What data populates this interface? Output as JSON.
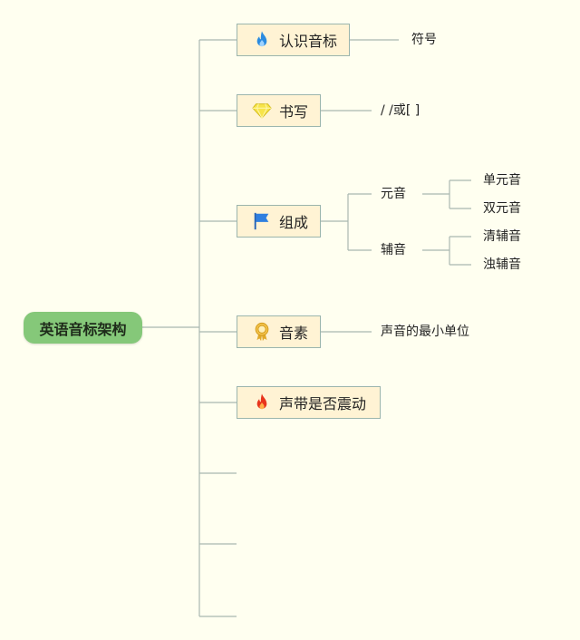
{
  "root": {
    "label": "英语音标架构"
  },
  "branches": [
    {
      "label": "认识音标",
      "icon": "flame-blue-icon",
      "child": "符号"
    },
    {
      "label": "书写",
      "icon": "diamond-icon",
      "child": "/ /或[ ]"
    },
    {
      "label": "组成",
      "icon": "flag-icon",
      "children": [
        {
          "label": "元音",
          "children": [
            "单元音",
            "双元音"
          ]
        },
        {
          "label": "辅音",
          "children": [
            "清辅音",
            "浊辅音"
          ]
        }
      ]
    },
    {
      "label": "音素",
      "icon": "award-ribbon-icon",
      "child": "声音的最小单位"
    },
    {
      "label": "声带是否震动",
      "icon": "flame-red-icon"
    }
  ],
  "colors": {
    "background": "#fffff0",
    "root_fill": "#85c879",
    "node_fill": "#fff3d4",
    "node_border": "#9bb5ad",
    "connector": "#a9b7b0"
  }
}
